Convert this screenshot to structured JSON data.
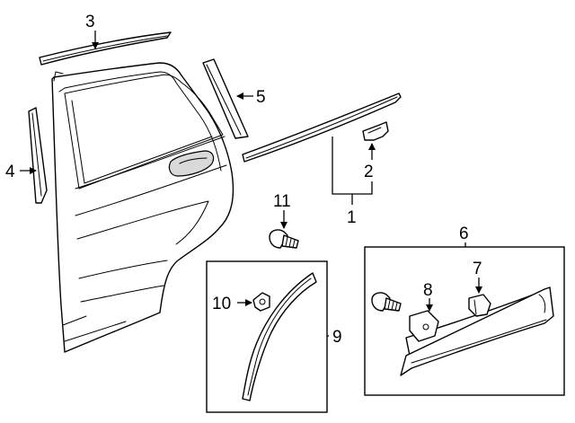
{
  "callouts": {
    "c1": "1",
    "c2": "2",
    "c3": "3",
    "c4": "4",
    "c5": "5",
    "c6": "6",
    "c7": "7",
    "c8": "8",
    "c9": "9",
    "c10": "10",
    "c11": "11"
  },
  "colors": {
    "line": "#000000",
    "shade": "#d9d9d9",
    "background": "#ffffff"
  }
}
